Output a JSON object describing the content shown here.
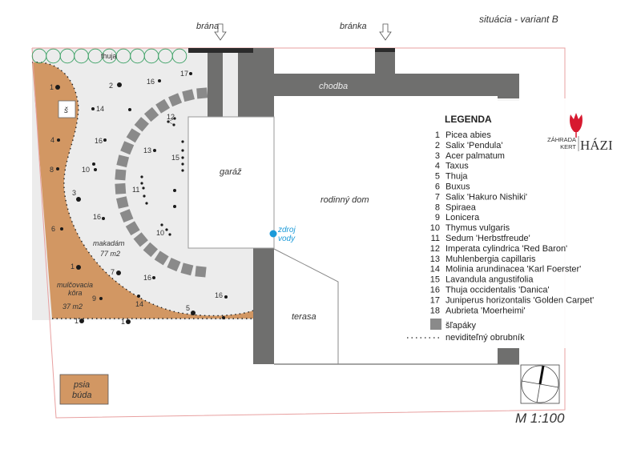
{
  "title": "situácia - variant B",
  "scale": "M 1:100",
  "labels": {
    "gate": "brána",
    "small_gate": "bránka",
    "corridor": "chodba",
    "garage": "garáž",
    "house": "rodinný dom",
    "terrace": "terasa",
    "water_1": "zdroj",
    "water_2": "vody",
    "thuja": "thuja",
    "shed": "š",
    "gravel_1": "makadám",
    "gravel_2": "77 m2",
    "mulch_1": "mulčovacia",
    "mulch_2": "kôra",
    "mulch_3": "37 m2",
    "doghouse_1": "psia",
    "doghouse_2": "búda"
  },
  "plant_markers": [
    "1",
    "2",
    "16",
    "17",
    "14",
    "12",
    "4",
    "16",
    "13",
    "15",
    "8",
    "10",
    "3",
    "11",
    "16",
    "6",
    "10",
    "1",
    "7",
    "16",
    "9",
    "14",
    "16",
    "5",
    "1",
    "1"
  ],
  "legend": {
    "title": "LEGENDA",
    "items": [
      {
        "num": "1",
        "name": "Picea abies"
      },
      {
        "num": "2",
        "name": "Salix 'Pendula'"
      },
      {
        "num": "3",
        "name": "Acer palmatum"
      },
      {
        "num": "4",
        "name": "Taxus"
      },
      {
        "num": "5",
        "name": "Thuja"
      },
      {
        "num": "6",
        "name": "Buxus"
      },
      {
        "num": "7",
        "name": "Salix 'Hakuro Nishiki'"
      },
      {
        "num": "8",
        "name": "Spiraea"
      },
      {
        "num": "9",
        "name": "Lonicera"
      },
      {
        "num": "10",
        "name": "Thymus vulgaris"
      },
      {
        "num": "11",
        "name": "Sedum 'Herbstfreude'"
      },
      {
        "num": "12",
        "name": "Imperata cylindrica 'Red Baron'"
      },
      {
        "num": "13",
        "name": "Muhlenbergia capillaris"
      },
      {
        "num": "14",
        "name": "Molinia arundinacea 'Karl Foerster'"
      },
      {
        "num": "15",
        "name": "Lavandula angustifolia"
      },
      {
        "num": "16",
        "name": "Thuja occidentalis 'Danica'"
      },
      {
        "num": "17",
        "name": "Juniperus horizontalis 'Golden Carpet'"
      },
      {
        "num": "18",
        "name": "Aubrieta 'Moerheimi'"
      }
    ],
    "stepping_stones": "šľapáky",
    "border": "neviditeľný obrubník"
  },
  "logo": {
    "line1": "ZÁHRADA",
    "line2": "KERT",
    "brand": "HÁZI"
  },
  "colors": {
    "mulch": "#d29763",
    "gravel": "#ececec",
    "wall": "#6f6f6e",
    "stone": "#8a8a8a",
    "boundary": "#e8a0a0",
    "thuja": "#3aa064",
    "water": "#1a9ad9",
    "logo_red": "#d7192f"
  }
}
